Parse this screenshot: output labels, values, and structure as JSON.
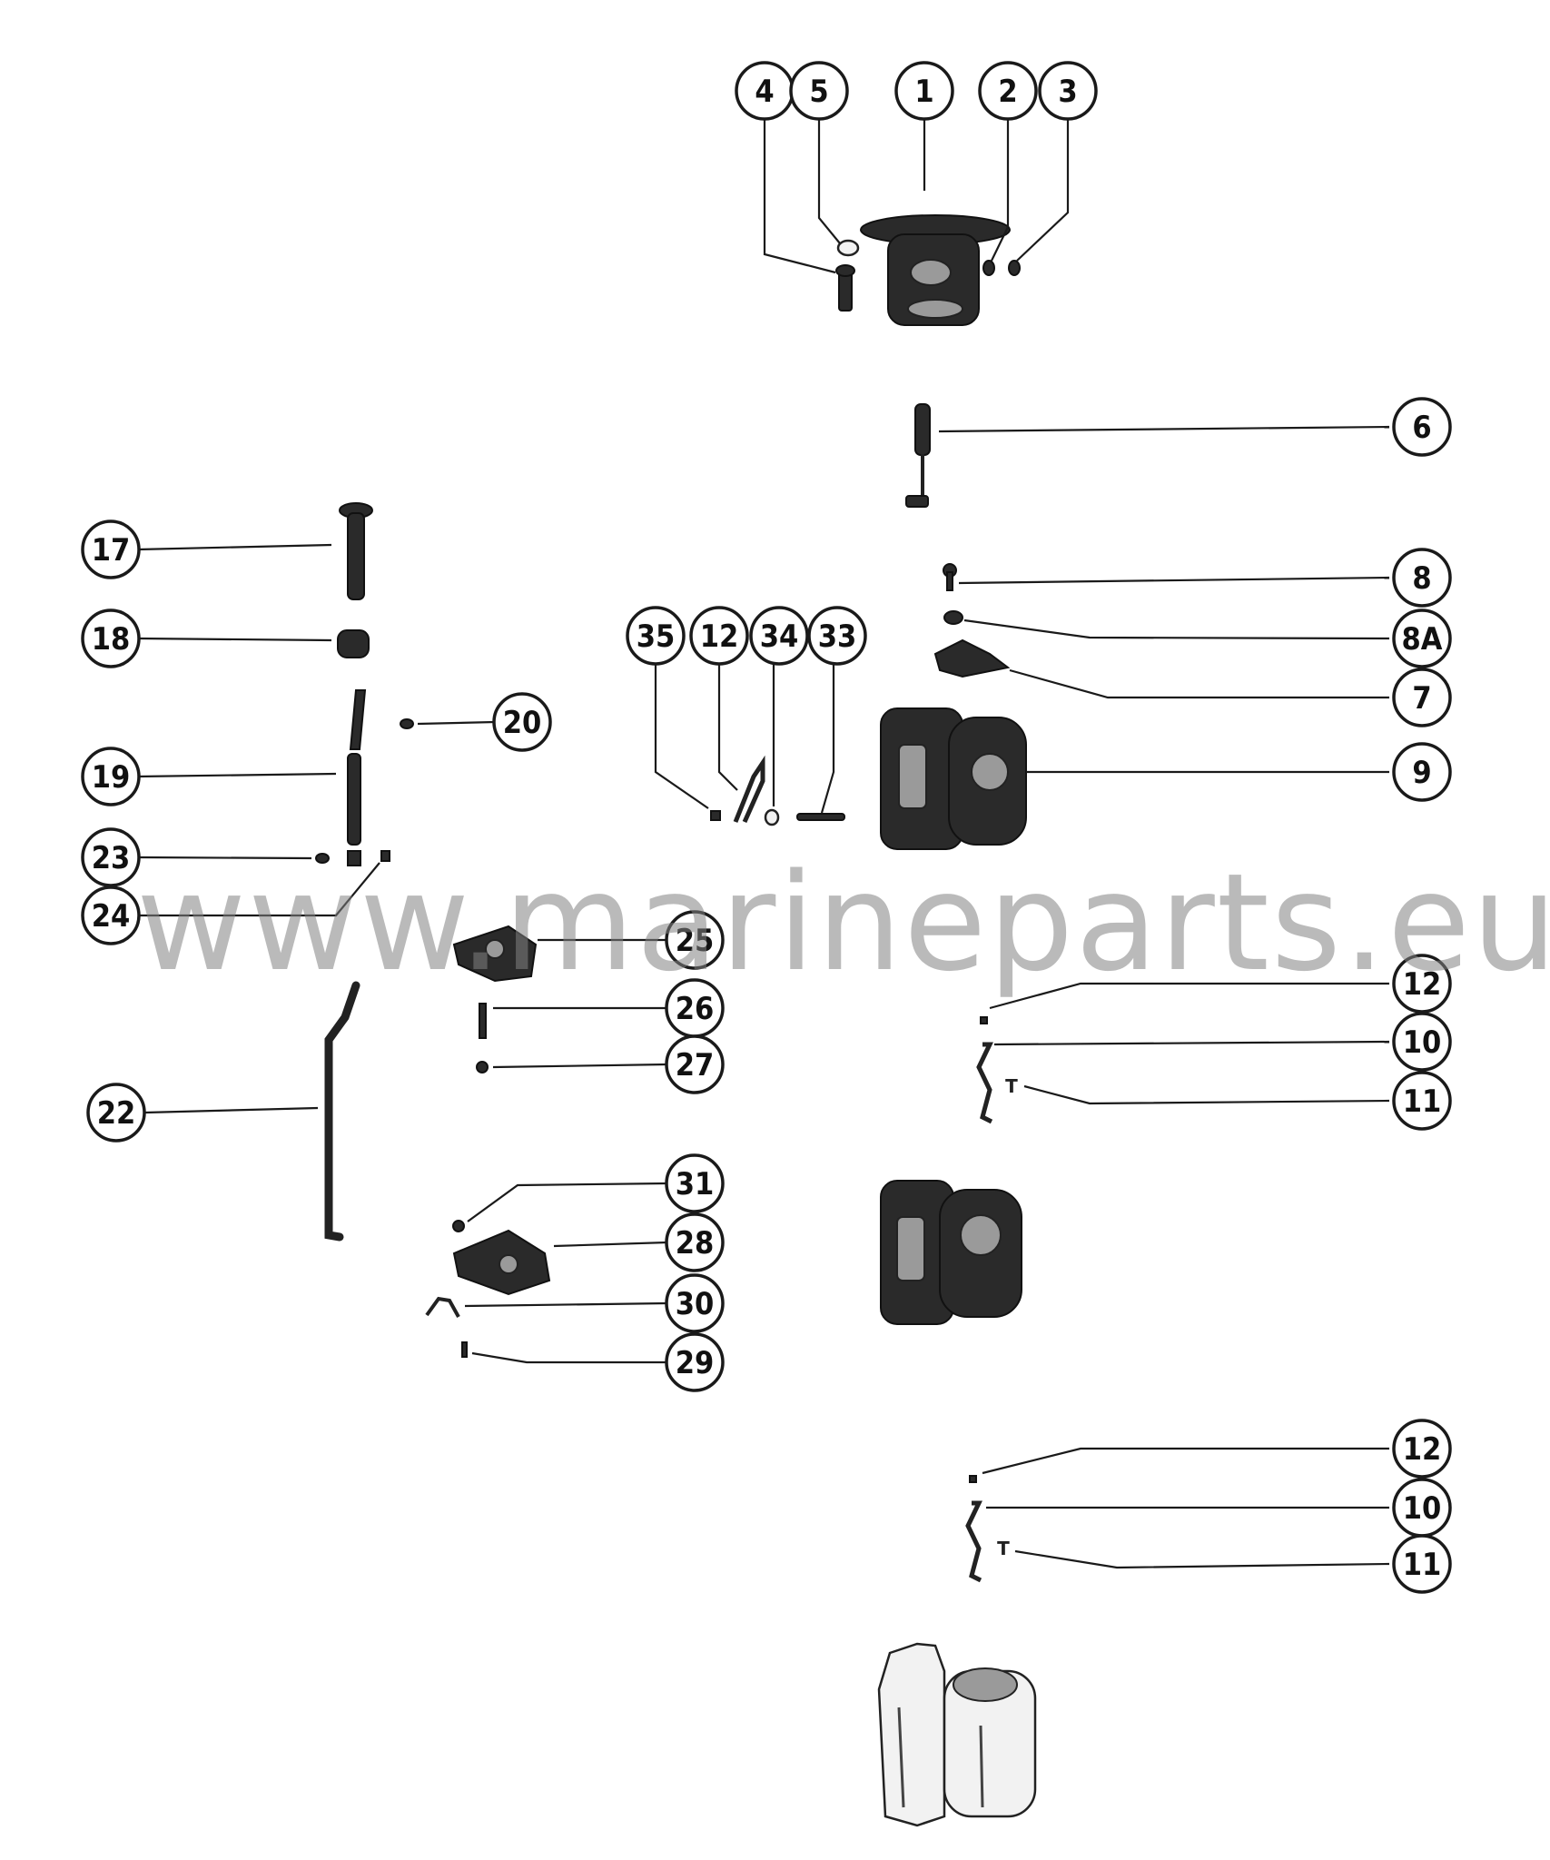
{
  "watermark": "www.marineparts.eu",
  "callouts": [
    {
      "id": "c4",
      "label": "4",
      "cx": 0,
      "cy": 0
    },
    {
      "id": "c5",
      "label": "5"
    },
    {
      "id": "c1",
      "label": "1"
    },
    {
      "id": "c2",
      "label": "2"
    },
    {
      "id": "c3",
      "label": "3"
    },
    {
      "id": "c6",
      "label": "6"
    },
    {
      "id": "c17",
      "label": "17"
    },
    {
      "id": "c18",
      "label": "18"
    },
    {
      "id": "c20",
      "label": "20"
    },
    {
      "id": "c19",
      "label": "19"
    },
    {
      "id": "c23",
      "label": "23"
    },
    {
      "id": "c24",
      "label": "24"
    },
    {
      "id": "c35",
      "label": "35"
    },
    {
      "id": "c12a",
      "label": "12"
    },
    {
      "id": "c34",
      "label": "34"
    },
    {
      "id": "c33",
      "label": "33"
    },
    {
      "id": "c8",
      "label": "8"
    },
    {
      "id": "c8a",
      "label": "8A"
    },
    {
      "id": "c7",
      "label": "7"
    },
    {
      "id": "c9",
      "label": "9"
    },
    {
      "id": "c25",
      "label": "25"
    },
    {
      "id": "c26",
      "label": "26"
    },
    {
      "id": "c27",
      "label": "27"
    },
    {
      "id": "c22",
      "label": "22"
    },
    {
      "id": "c12b",
      "label": "12"
    },
    {
      "id": "c10b",
      "label": "10"
    },
    {
      "id": "c11b",
      "label": "11"
    },
    {
      "id": "c31",
      "label": "31"
    },
    {
      "id": "c28",
      "label": "28"
    },
    {
      "id": "c30",
      "label": "30"
    },
    {
      "id": "c29",
      "label": "29"
    },
    {
      "id": "c12c",
      "label": "12"
    },
    {
      "id": "c10c",
      "label": "10"
    },
    {
      "id": "c11c",
      "label": "11"
    }
  ]
}
